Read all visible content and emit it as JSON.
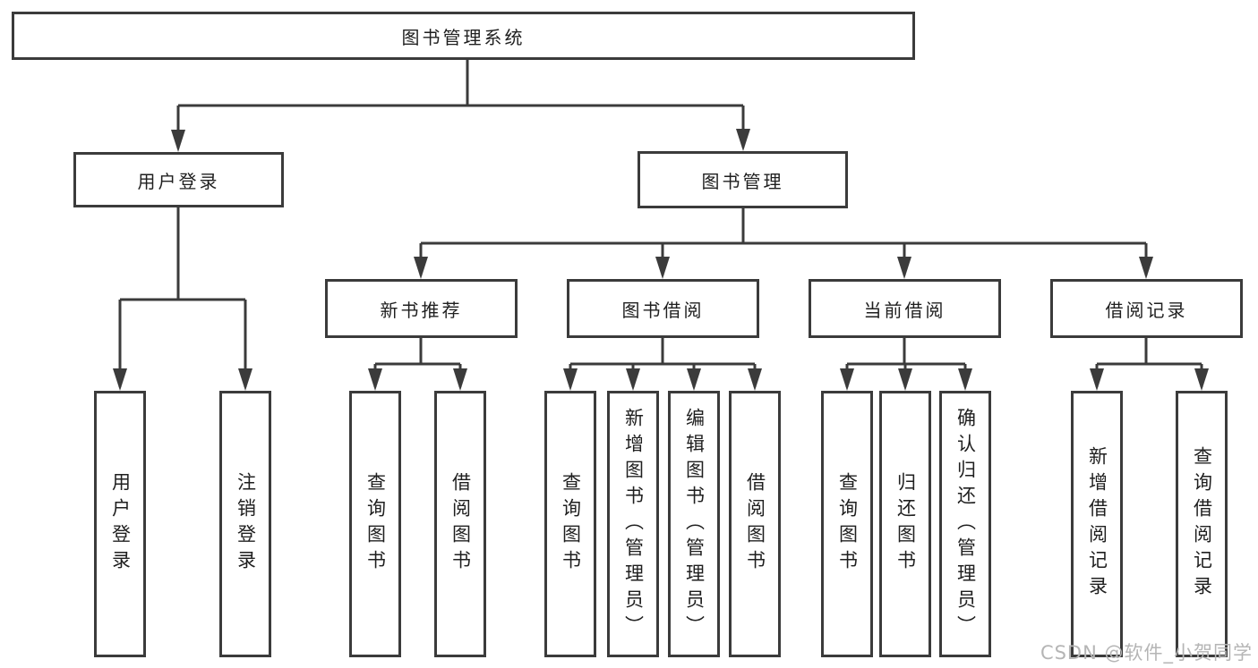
{
  "tree": {
    "root": {
      "label": "图书管理系统"
    },
    "children": [
      {
        "label": "用户登录",
        "children": [
          {
            "label": "用户登录"
          },
          {
            "label": "注销登录"
          }
        ]
      },
      {
        "label": "图书管理",
        "children": [
          {
            "label": "新书推荐",
            "children": [
              {
                "label": "查询图书"
              },
              {
                "label": "借阅图书"
              }
            ]
          },
          {
            "label": "图书借阅",
            "children": [
              {
                "label": "查询图书"
              },
              {
                "label": "新增图书（管理员）"
              },
              {
                "label": "编辑图书（管理员）"
              },
              {
                "label": "借阅图书"
              }
            ]
          },
          {
            "label": "当前借阅",
            "children": [
              {
                "label": "查询图书"
              },
              {
                "label": "归还图书"
              },
              {
                "label": "确认归还（管理员）"
              }
            ]
          },
          {
            "label": "借阅记录",
            "children": [
              {
                "label": "新增借阅记录"
              },
              {
                "label": "查询借阅记录"
              }
            ]
          }
        ]
      }
    ]
  },
  "watermark": {
    "text": "CSDN @软件_小贺同学"
  },
  "colors": {
    "line": "#3b3b3b",
    "box_border": "#3b3b3b",
    "text": "#1f1f1f",
    "watermark": "#b5b5b5",
    "background": "#ffffff"
  }
}
